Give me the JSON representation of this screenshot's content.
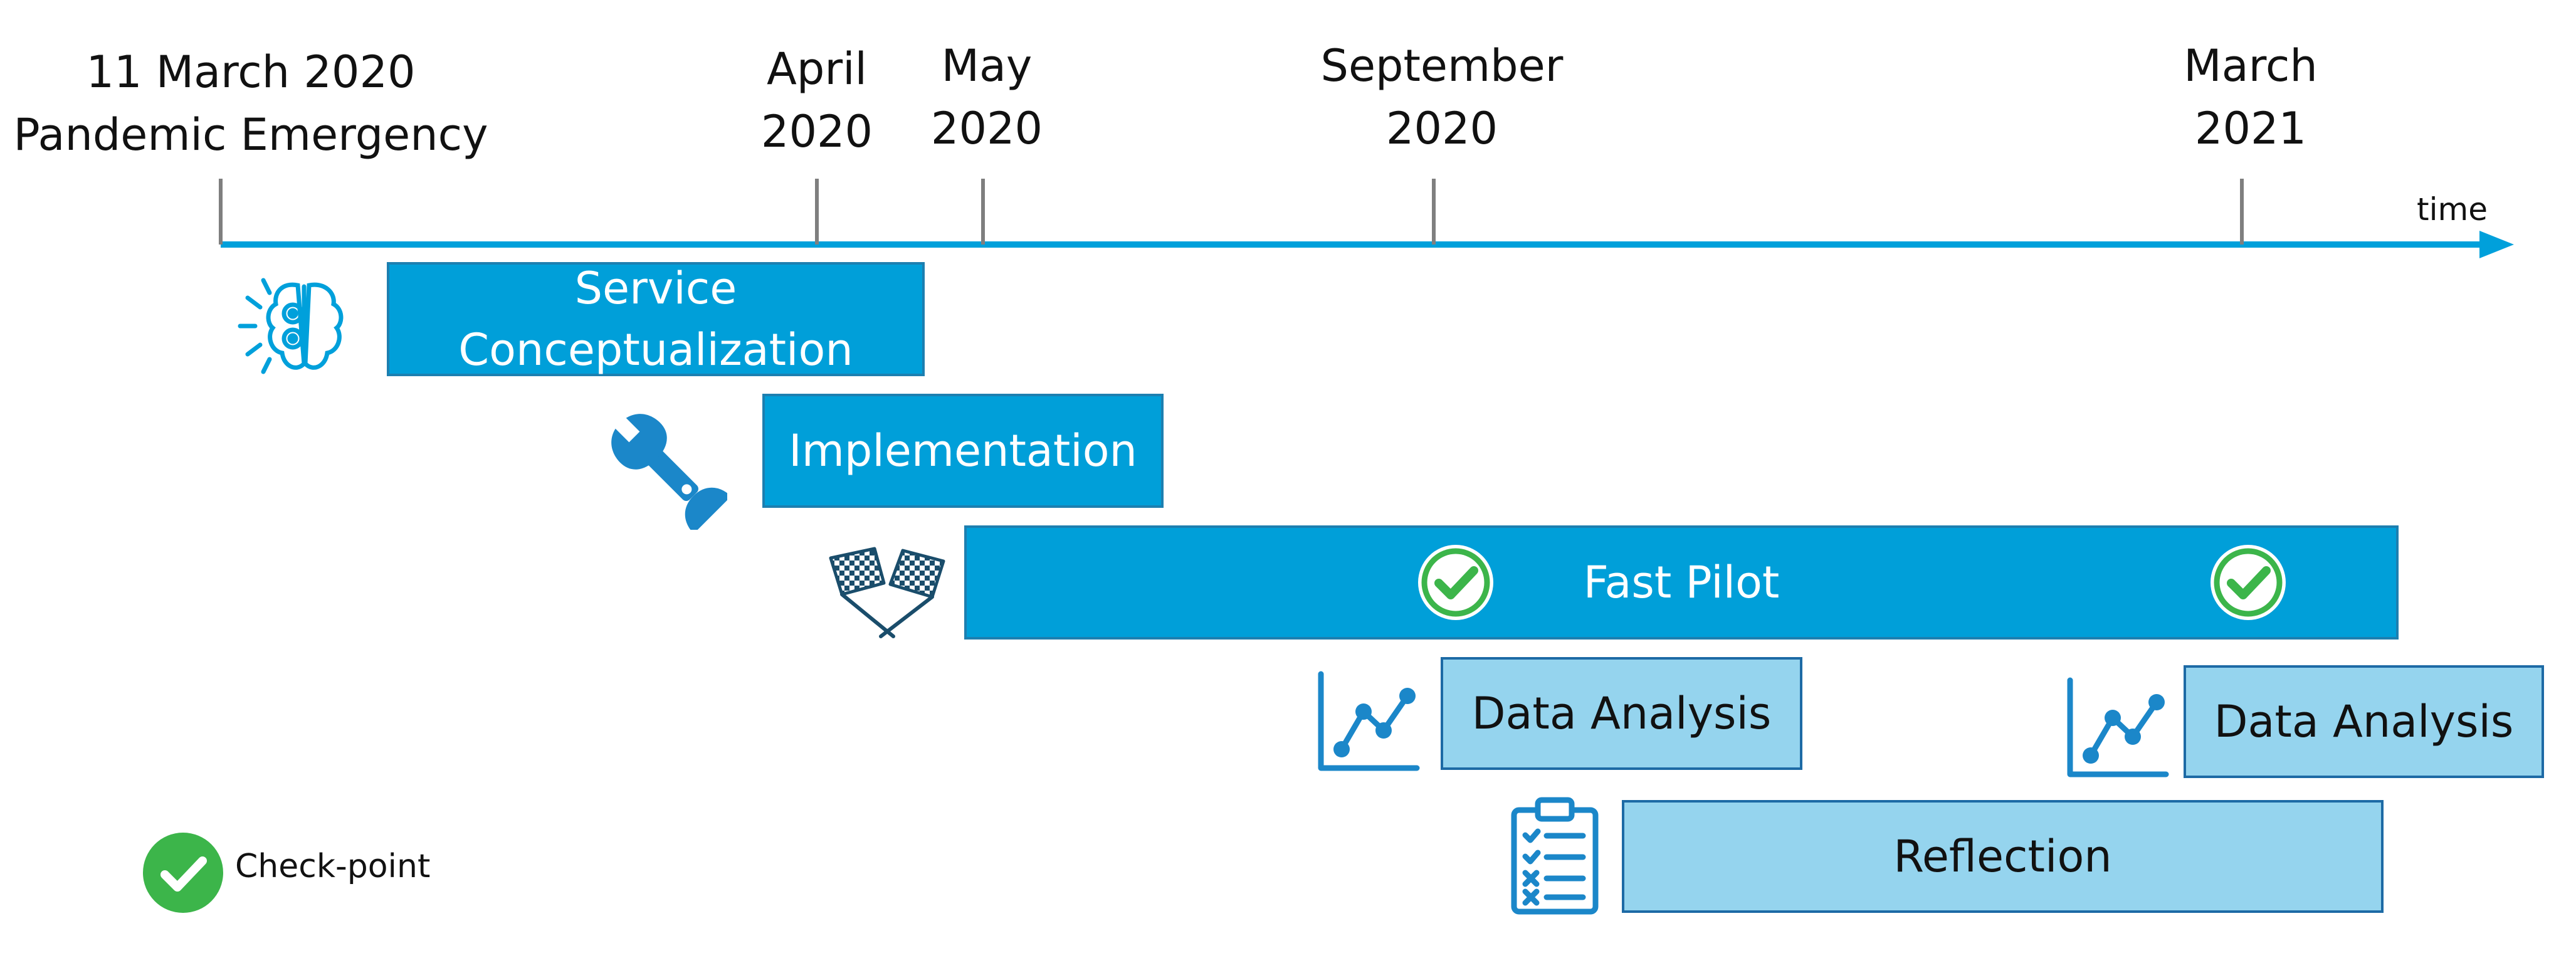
{
  "timeline": {
    "axis_label": "time",
    "milestones": [
      {
        "id": "march-2020",
        "label": "11 March 2020\nPandemic Emergency"
      },
      {
        "id": "april-2020",
        "label": "April\n2020"
      },
      {
        "id": "may-2020",
        "label": "May\n2020"
      },
      {
        "id": "september-2020",
        "label": "September\n2020"
      },
      {
        "id": "march-2021",
        "label": "March\n2021"
      }
    ]
  },
  "phases": [
    {
      "id": "service-conceptualization",
      "label": "Service\nConceptualization",
      "icon": "brain-gears-icon"
    },
    {
      "id": "implementation",
      "label": "Implementation",
      "icon": "wrench-icon"
    },
    {
      "id": "fast-pilot",
      "label": "Fast Pilot",
      "icon": "checkered-flags-icon"
    },
    {
      "id": "data-analysis-1",
      "label": "Data Analysis",
      "icon": "line-chart-icon"
    },
    {
      "id": "data-analysis-2",
      "label": "Data Analysis",
      "icon": "line-chart-icon"
    },
    {
      "id": "reflection",
      "label": "Reflection",
      "icon": "clipboard-checklist-icon"
    }
  ],
  "legend": {
    "checkpoint_label": "Check-point",
    "icon": "checkpoint-icon"
  },
  "colors": {
    "axis": "#00a0db",
    "phase_dark": "#009fd9",
    "phase_light": "#95d4ee",
    "checkpoint_green": "#3cb54a",
    "text": "#111111"
  }
}
